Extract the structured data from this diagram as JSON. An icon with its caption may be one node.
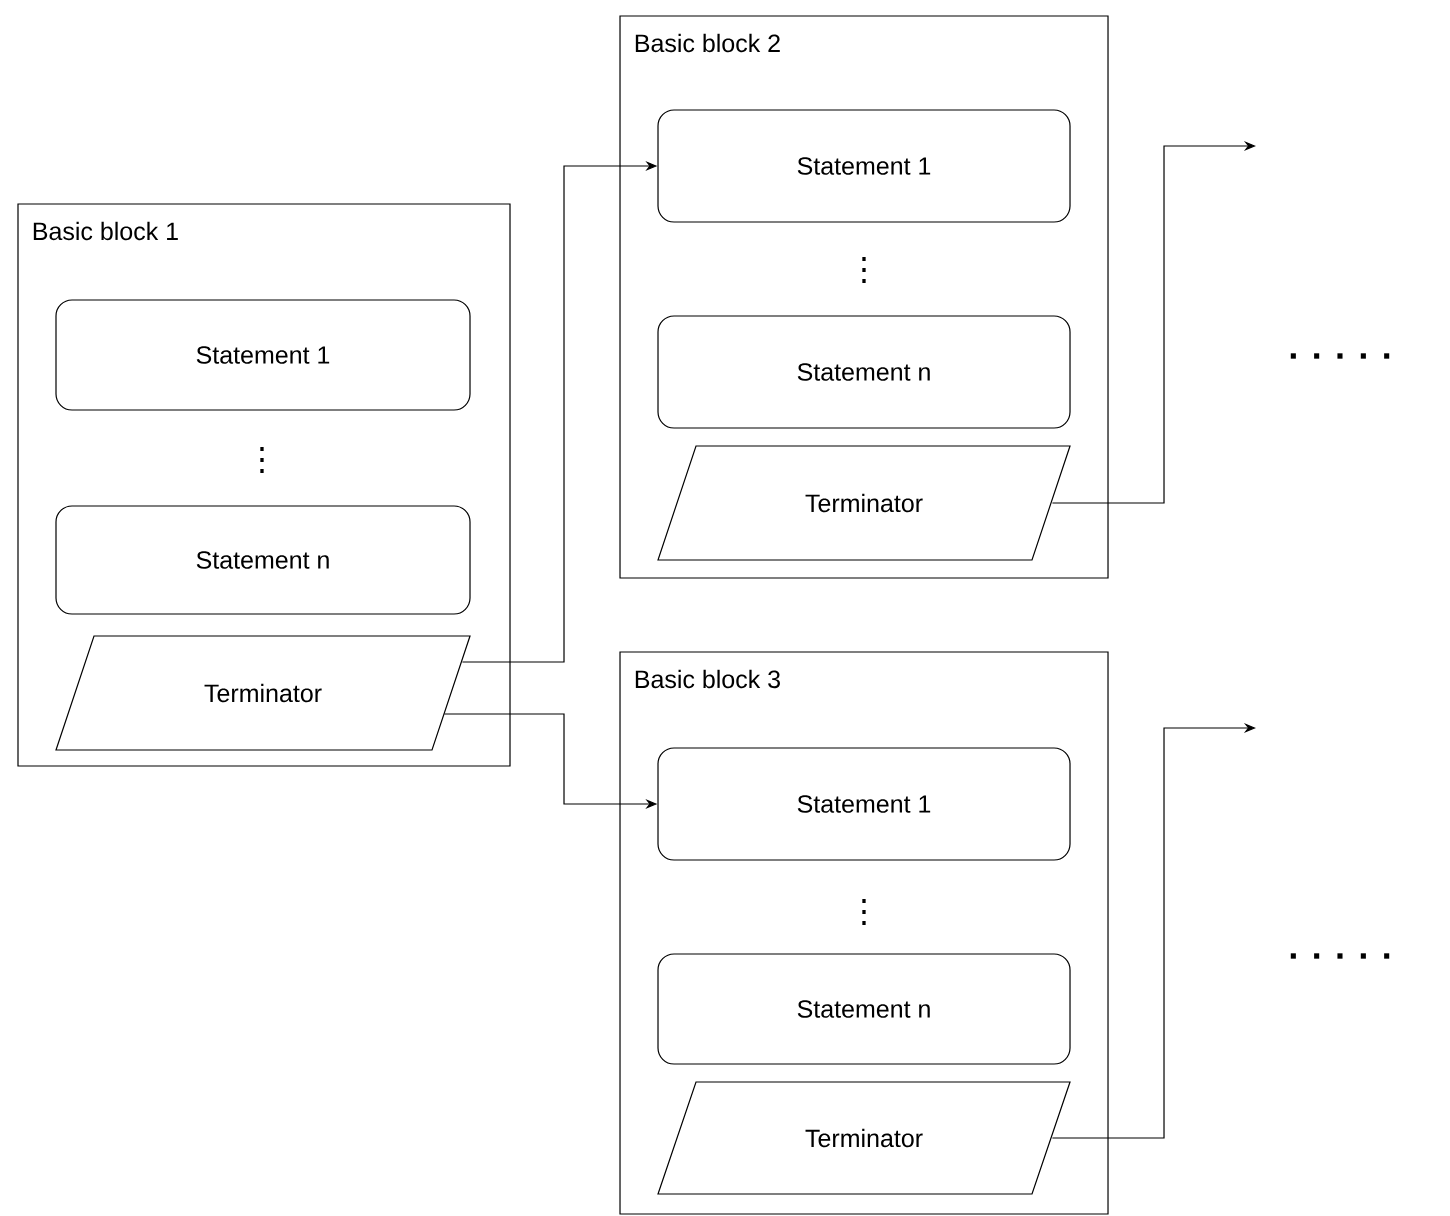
{
  "diagram": {
    "nodes": [
      {
        "text": [
          "Basic block 1"
        ]
      },
      {
        "text": [
          "Statement 1"
        ],
        "in": 0
      },
      {
        "text": [
          "Statement n"
        ],
        "in": 0
      },
      {
        "text": [
          "Terminator"
        ],
        "in": 0
      },
      {
        "text": [
          "Basic block 2"
        ]
      },
      {
        "text": [
          "Statement 1"
        ],
        "in": 4
      },
      {
        "text": [
          "Statement n"
        ],
        "in": 4
      },
      {
        "text": [
          "Terminator"
        ],
        "in": 4
      },
      {
        "text": [
          "Basic block 3"
        ]
      },
      {
        "text": [
          "Statement 1"
        ],
        "in": 8
      },
      {
        "text": [
          "Statement n"
        ],
        "in": 8
      },
      {
        "text": [
          "Terminator"
        ],
        "in": 8
      }
    ],
    "edges": [
      {
        "from": 3,
        "to": 5,
        "arrow": "to"
      },
      {
        "from": 3,
        "to": 9,
        "arrow": "to"
      },
      {
        "from": 7,
        "to": null,
        "arrow": "to"
      },
      {
        "from": 11,
        "to": null,
        "arrow": "to"
      }
    ],
    "labels": [
      "⋮",
      ". . . . .",
      "⋮",
      "⋮",
      ". . . . ."
    ]
  }
}
